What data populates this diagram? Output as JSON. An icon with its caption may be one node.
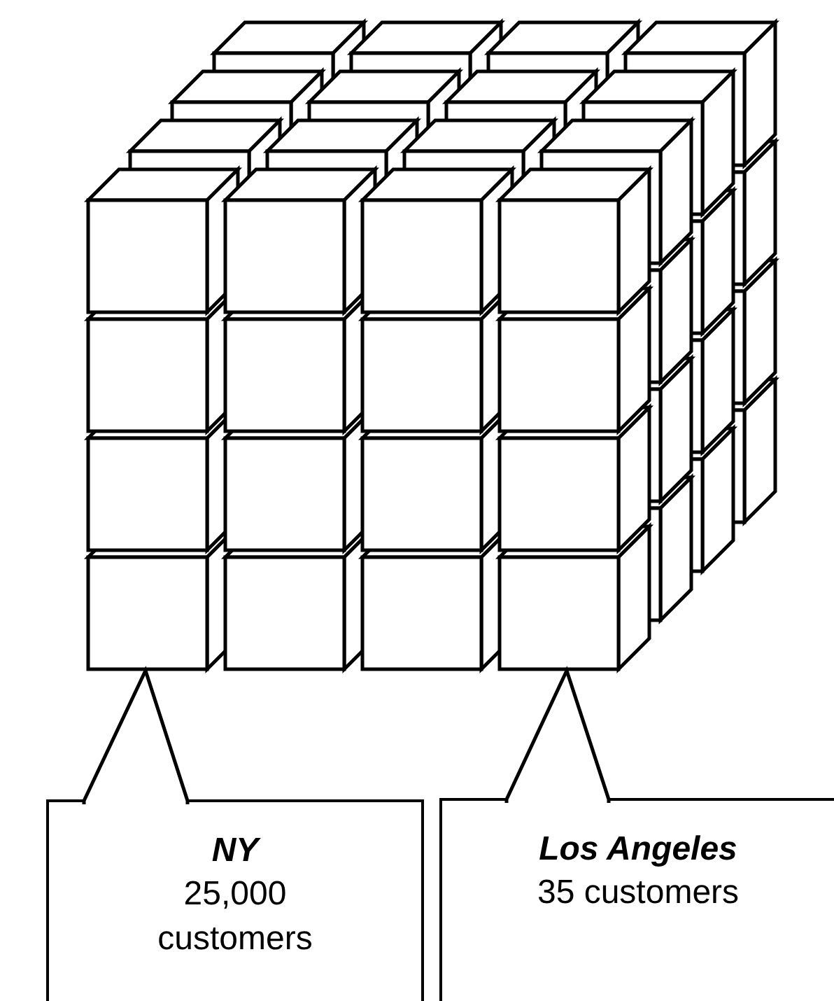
{
  "diagram": {
    "nodes": [
      {
        "text": [],
        "shape": "picture"
      },
      {
        "text": [
          "NY",
          "25,000 customers"
        ]
      },
      {
        "text": [
          "Los Angeles",
          "35 customers"
        ]
      }
    ],
    "edges": [
      {
        "from": 1,
        "to": 0,
        "arrow": "to"
      },
      {
        "from": 2,
        "to": 0,
        "arrow": "to"
      }
    ]
  }
}
